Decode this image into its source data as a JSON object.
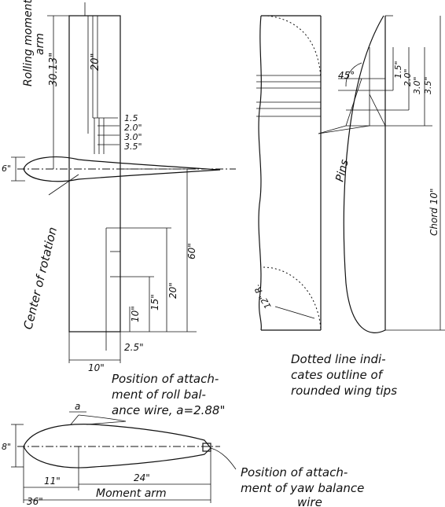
{
  "front_view": {
    "rolling_moment_arm": "Rolling moment arm",
    "rolling_moment_value": "30.13\"",
    "dim_20_top": "20\"",
    "dim_1_5": "1.5",
    "dim_2_0": "2.0\"",
    "dim_3_0": "3.0\"",
    "dim_3_5": "3.5\"",
    "dim_6": "6\"",
    "dim_60": "60\"",
    "dim_20_low": "20\"",
    "dim_15": "15\"",
    "dim_10_vert": "10\"",
    "dim_2_5": "2.5\"",
    "dim_10_horiz": "10\"",
    "center_of_rotation": "Center of rotation"
  },
  "tip_view": {
    "dim_45": "45°",
    "dim_1_5": "1.5\"",
    "dim_2_0": "2.0\"",
    "dim_3_0": "3.0\"",
    "dim_3_5": "3.5\"",
    "pins": "Pins",
    "chord": "Chord 10\"",
    "radius": "12\" R.",
    "dotted_line_note": [
      "Dotted line indi-",
      "cates outline of",
      "rounded wing tips"
    ]
  },
  "side_view": {
    "roll_note": [
      "Position of attach-",
      "ment of roll bal-",
      "ance wire, a=2.88\""
    ],
    "a_label": "a",
    "dim_8": "8\"",
    "dim_11": "11\"",
    "dim_24": "24\"",
    "dim_36": "36\"",
    "moment_arm": "Moment arm",
    "yaw_note": [
      "Position of attach-",
      "ment of yaw balance",
      "wire"
    ]
  }
}
